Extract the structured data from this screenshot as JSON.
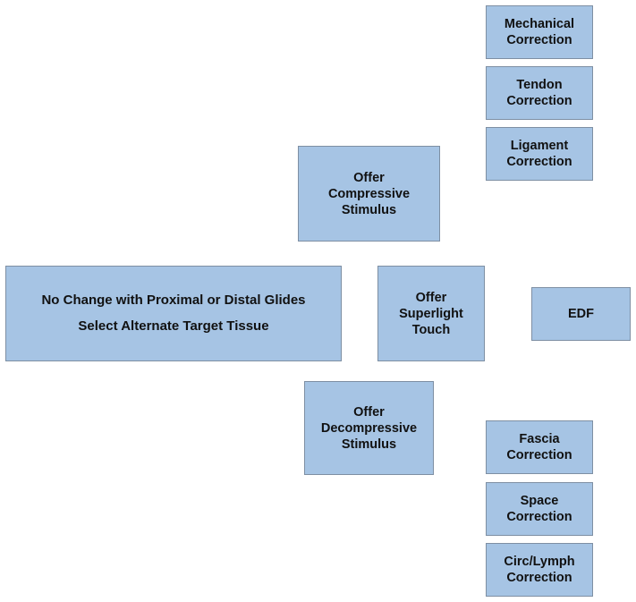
{
  "diagram": {
    "box_fill": "#a6c4e4",
    "box_border": "#7e8fa3",
    "nodes": {
      "mechanical_correction": "Mechanical\nCorrection",
      "tendon_correction": "Tendon\nCorrection",
      "ligament_correction": "Ligament\nCorrection",
      "offer_compressive_stimulus": "Offer\nCompressive\nStimulus",
      "no_change": {
        "line1": "No Change with Proximal or Distal Glides",
        "line2": "Select Alternate Target Tissue"
      },
      "offer_superlight_touch": "Offer\nSuperlight\nTouch",
      "edf": "EDF",
      "offer_decompressive_stimulus": "Offer\nDecompressive\nStimulus",
      "fascia_correction": "Fascia\nCorrection",
      "space_correction": "Space\nCorrection",
      "circ_lymph_correction": "Circ/Lymph\nCorrection"
    }
  }
}
